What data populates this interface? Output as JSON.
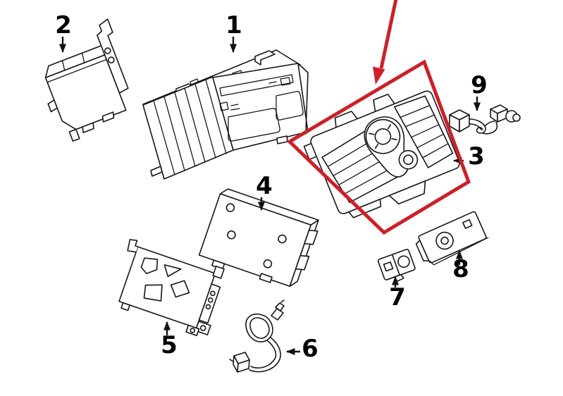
{
  "colors": {
    "background": "#ffffff",
    "line_art": "#161616",
    "highlight": "#cc2028",
    "callout_text": "#000000"
  },
  "callouts": [
    {
      "number": "1",
      "part_icon": "radio-head-unit-icon"
    },
    {
      "number": "2",
      "part_icon": "control-module-icon"
    },
    {
      "number": "3",
      "part_icon": "control-faceplate-icon",
      "highlighted": true
    },
    {
      "number": "4",
      "part_icon": "interface-module-icon"
    },
    {
      "number": "5",
      "part_icon": "side-mounting-bracket-icon"
    },
    {
      "number": "6",
      "part_icon": "antenna-cable-icon"
    },
    {
      "number": "7",
      "part_icon": "auxiliary-input-jack-icon"
    },
    {
      "number": "8",
      "part_icon": "media-port-panel-icon"
    },
    {
      "number": "9",
      "part_icon": "wiring-pigtail-icon"
    }
  ]
}
